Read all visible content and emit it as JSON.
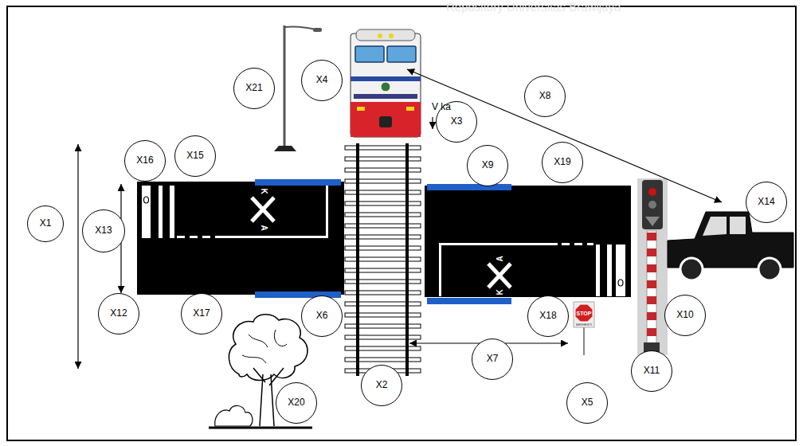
{
  "diagram": {
    "nodes": [
      {
        "text": [
          "X21"
        ]
      },
      {
        "text": [
          "X4"
        ]
      },
      {
        "text": [
          "X3"
        ]
      },
      {
        "text": [
          "X8"
        ]
      },
      {
        "text": [
          "X16"
        ]
      },
      {
        "text": [
          "X15"
        ]
      },
      {
        "text": [
          "X9"
        ]
      },
      {
        "text": [
          "X19"
        ]
      },
      {
        "text": [
          "X14"
        ]
      },
      {
        "text": [
          "X1"
        ]
      },
      {
        "text": [
          "X13"
        ]
      },
      {
        "text": [
          "X12"
        ]
      },
      {
        "text": [
          "X17"
        ]
      },
      {
        "text": [
          "X6"
        ]
      },
      {
        "text": [
          "X18"
        ]
      },
      {
        "text": [
          "X10"
        ]
      },
      {
        "text": [
          "X7"
        ]
      },
      {
        "text": [
          "X5"
        ]
      },
      {
        "text": [
          "X11"
        ]
      },
      {
        "text": [
          "X2"
        ]
      },
      {
        "text": [
          "X20"
        ]
      }
    ],
    "labels": [
      "V ka",
      "STOP",
      "BERHENTI",
      "K",
      "A",
      "A",
      "K",
      "Repository Universitas Brawijaya"
    ]
  }
}
